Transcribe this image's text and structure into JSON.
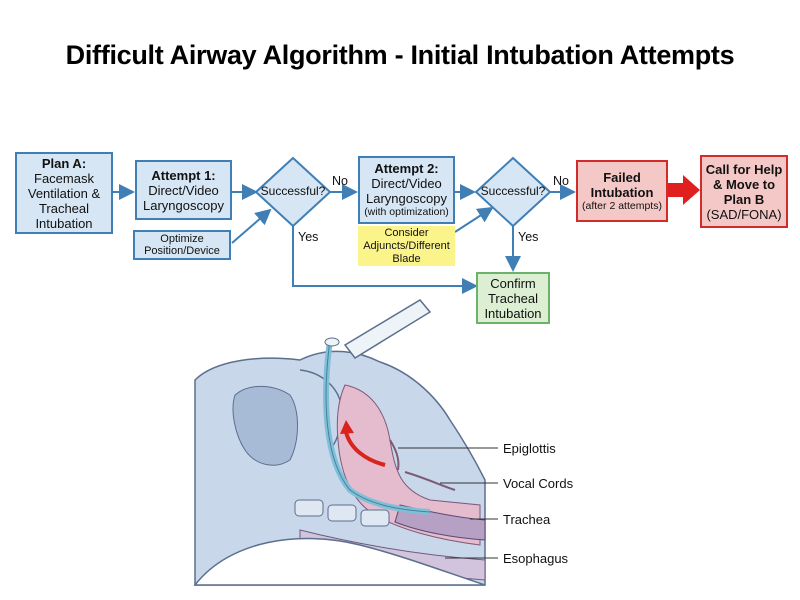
{
  "title": "Difficult Airway Algorithm - Initial Intubation Attempts",
  "flowchart": {
    "plan_a": {
      "heading": "Plan A:",
      "lines": [
        "Facemask",
        "Ventilation &",
        "Tracheal",
        "Intubation"
      ]
    },
    "attempt1": {
      "heading": "Attempt 1:",
      "lines": [
        "Direct/Video",
        "Laryngoscopy"
      ]
    },
    "optimize": {
      "lines": [
        "Optimize",
        "Position/Device"
      ]
    },
    "decision1": {
      "text": "Successful?",
      "no": "No",
      "yes": "Yes"
    },
    "attempt2": {
      "heading": "Attempt 2:",
      "lines": [
        "Direct/Video",
        "Laryngoscopy"
      ],
      "note": "(with optimization)"
    },
    "consider": {
      "lines": [
        "Consider",
        "Adjuncts/Different",
        "Blade"
      ]
    },
    "decision2": {
      "text": "Successful?",
      "no": "No",
      "yes": "Yes"
    },
    "failed": {
      "lines": [
        "Failed",
        "Intubation"
      ],
      "note": "(after 2 attempts)"
    },
    "call": {
      "lines": [
        "Call for Help",
        "& Move to",
        "Plan B"
      ],
      "note": "(SAD/FONA)"
    },
    "confirm": {
      "lines": [
        "Confirm",
        "Tracheal",
        "Intubation"
      ]
    }
  },
  "anatomy": {
    "labels": [
      "Epiglottis",
      "Vocal Cords",
      "Trachea",
      "Esophagus"
    ]
  },
  "colors": {
    "box_fill": "#d6e6f4",
    "box_border": "#3f7fb5",
    "arrow": "#3f7fb5",
    "yellow": "#fbf48b",
    "green_fill": "#dcefd2",
    "green_border": "#6bb36b",
    "red_fill": "#f4c8c6",
    "red_border": "#d32a2a"
  }
}
